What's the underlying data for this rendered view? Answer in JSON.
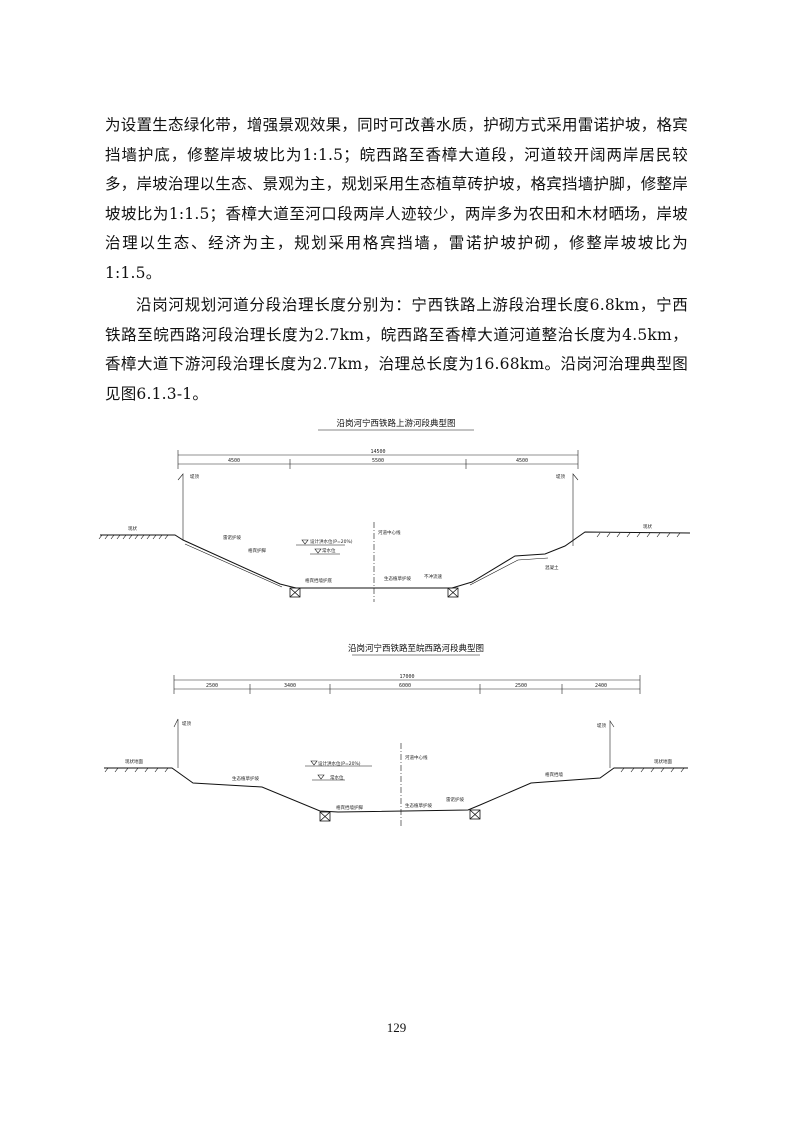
{
  "paragraphs": [
    "为设置生态绿化带，增强景观效果，同时可改善水质，护砌方式采用雷诺护坡，格宾挡墙护底，修整岸坡坡比为1:1.5；皖西路至香樟大道段，河道较开阔两岸居民较多，岸坡治理以生态、景观为主，规划采用生态植草砖护坡，格宾挡墙护脚，修整岸坡坡比为1:1.5；香樟大道至河口段两岸人迹较少，两岸多为农田和木材晒场，岸坡治理以生态、经济为主，规划采用格宾挡墙，雷诺护坡护砌，修整岸坡坡比为1:1.5。",
    "沿岗河规划河道分段治理长度分别为：宁西铁路上游段治理长度6.8km，宁西铁路至皖西路河段治理长度为2.7km，皖西路至香樟大道河道整治长度为4.5km，香樟大道下游河段治理长度为2.7km，治理总长度为16.68km。沿岗河治理典型图见图6.1.3-1。"
  ],
  "figures": [
    {
      "title": "沿岗河宁西铁路上游河段典型图",
      "dimensions": [
        "14500",
        "4500",
        "5500",
        "4500"
      ],
      "labels": [
        "堤顶",
        "堤顶",
        "现状",
        "现状",
        "雷诺护坡",
        "格宾护脚",
        "设计洪水位(P=20%)",
        "常水位",
        "河道中心线",
        "格宾挡墙护底",
        "生态植草护坡",
        "不冲流速",
        "混凝土"
      ]
    },
    {
      "title": "沿岗河宁西铁路至皖西路河段典型图",
      "dimensions": [
        "17000",
        "2500",
        "3400",
        "6000",
        "2500",
        "2400"
      ],
      "labels": [
        "堤顶",
        "堤顶",
        "现状地面",
        "现状地面",
        "生态植草护坡",
        "设计洪水位(P=20%)",
        "常水位",
        "河道中心线",
        "格宾挡墙护脚",
        "生态植草护坡",
        "雷诺护坡",
        "格宾挡墙"
      ]
    }
  ],
  "page_number": "129"
}
